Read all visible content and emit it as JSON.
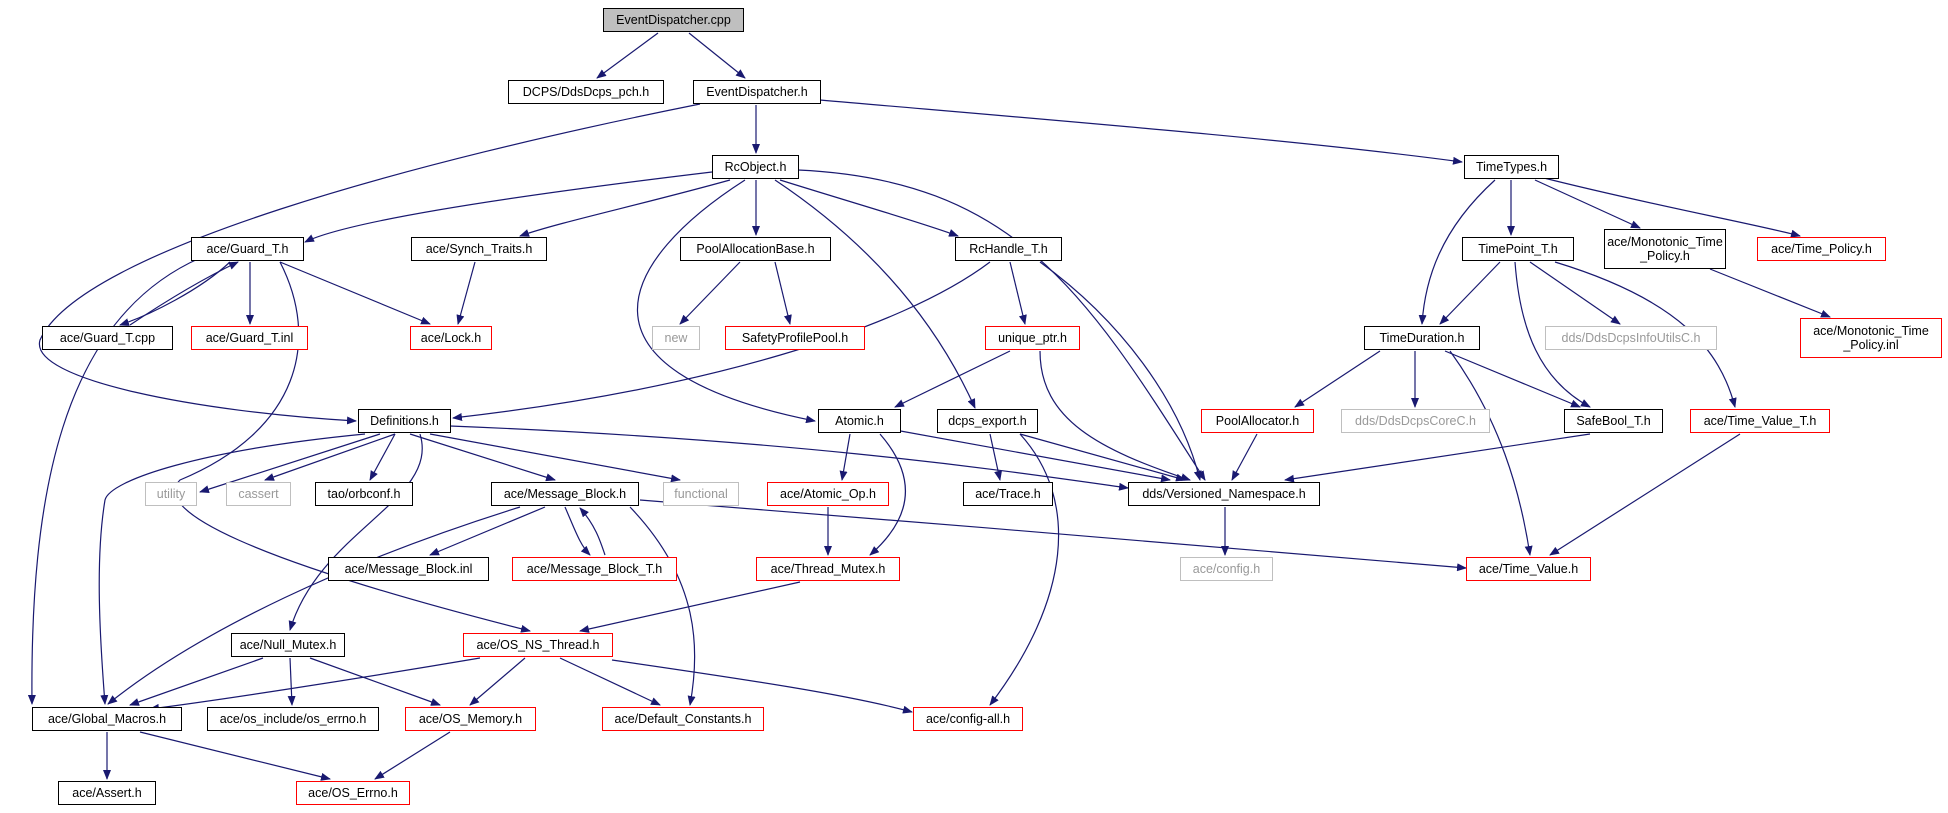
{
  "colors": {
    "edge": "#191970",
    "border": "#000000",
    "incomplete_border": "#ff0000",
    "system_border": "#bfbfbf",
    "root_fill": "#bfbfbf"
  },
  "nodes": {
    "event_dispatcher_cpp": "EventDispatcher.cpp",
    "dcps_ddsdcps_pch_h": "DCPS/DdsDcps_pch.h",
    "event_dispatcher_h": "EventDispatcher.h",
    "rc_object_h": "RcObject.h",
    "time_types_h": "TimeTypes.h",
    "guard_t_h": "ace/Guard_T.h",
    "synch_traits_h": "ace/Synch_Traits.h",
    "pool_allocation_base_h": "PoolAllocationBase.h",
    "rc_handle_t_h": "RcHandle_T.h",
    "time_point_t_h": "TimePoint_T.h",
    "monotonic_time_policy_h": "ace/Monotonic_Time\n_Policy.h",
    "time_policy_h": "ace/Time_Policy.h",
    "guard_t_cpp": "ace/Guard_T.cpp",
    "guard_t_inl": "ace/Guard_T.inl",
    "lock_h": "ace/Lock.h",
    "new": "new",
    "safety_profile_pool_h": "SafetyProfilePool.h",
    "unique_ptr_h": "unique_ptr.h",
    "time_duration_h": "TimeDuration.h",
    "dds_dcps_info_utils_c_h": "dds/DdsDcpsInfoUtilsC.h",
    "monotonic_time_policy_inl": "ace/Monotonic_Time\n_Policy.inl",
    "definitions_h": "Definitions.h",
    "atomic_h": "Atomic.h",
    "dcps_export_h": "dcps_export.h",
    "pool_allocator_h": "PoolAllocator.h",
    "dds_dcps_core_c_h": "dds/DdsDcpsCoreC.h",
    "safe_bool_t_h": "SafeBool_T.h",
    "time_value_t_h": "ace/Time_Value_T.h",
    "utility": "utility",
    "cassert": "cassert",
    "tao_orbconf_h": "tao/orbconf.h",
    "message_block_h": "ace/Message_Block.h",
    "functional": "functional",
    "atomic_op_h": "ace/Atomic_Op.h",
    "trace_h": "ace/Trace.h",
    "versioned_namespace_h": "dds/Versioned_Namespace.h",
    "message_block_inl": "ace/Message_Block.inl",
    "message_block_t_h": "ace/Message_Block_T.h",
    "thread_mutex_h": "ace/Thread_Mutex.h",
    "config_h": "ace/config.h",
    "time_value_h": "ace/Time_Value.h",
    "null_mutex_h": "ace/Null_Mutex.h",
    "os_ns_thread_h": "ace/OS_NS_Thread.h",
    "global_macros_h": "ace/Global_Macros.h",
    "os_errno_h": "ace/os_include/os_errno.h",
    "os_memory_h": "ace/OS_Memory.h",
    "default_constants_h": "ace/Default_Constants.h",
    "config_all_h": "ace/config-all.h",
    "assert_h": "ace/Assert.h",
    "os_errno_cap_h": "ace/OS_Errno.h"
  }
}
